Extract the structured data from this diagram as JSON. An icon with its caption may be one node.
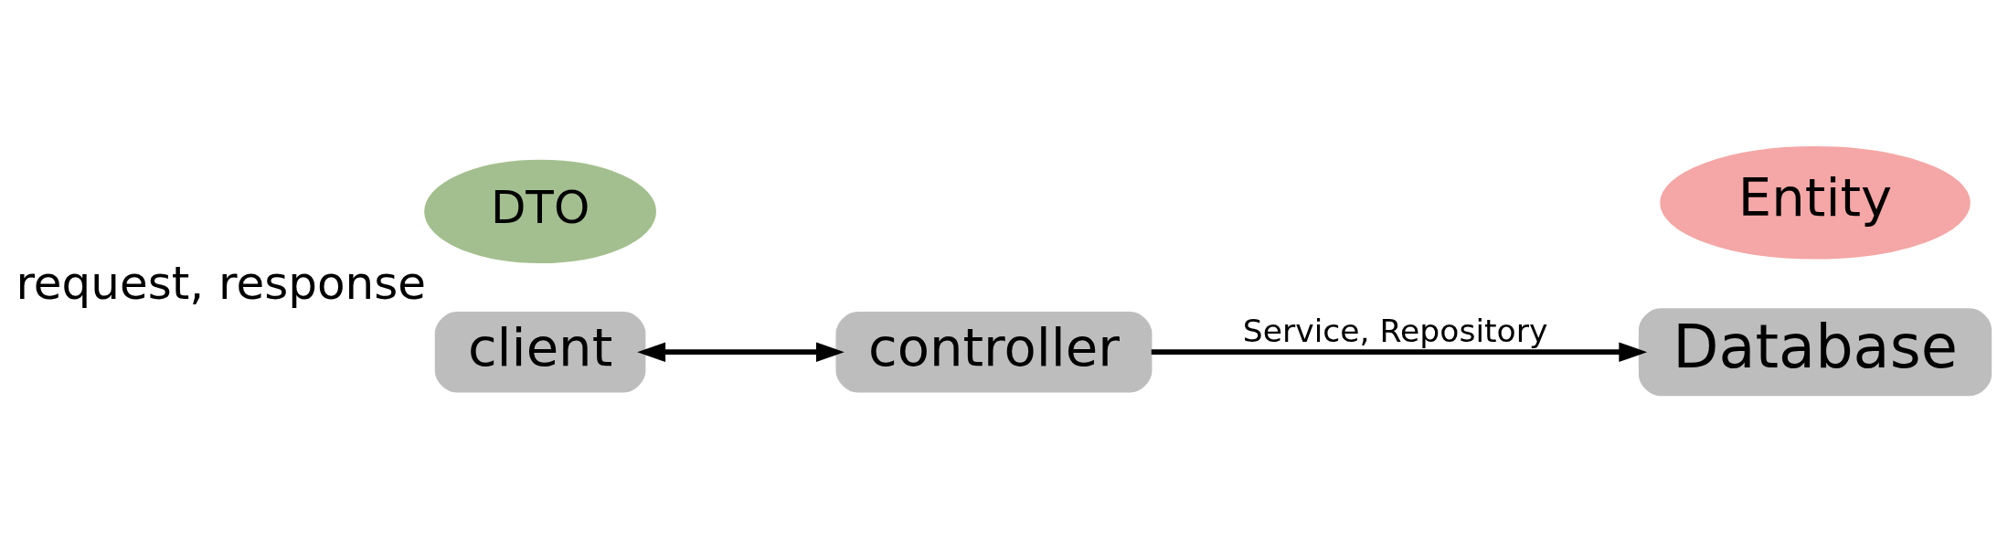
{
  "diagram": {
    "nodes": [
      {
        "text": [
          "client"
        ]
      },
      {
        "text": [
          "DTO"
        ],
        "beside": [
          "request, response"
        ]
      },
      {
        "text": [
          "controller"
        ]
      },
      {
        "text": [
          "Entity"
        ]
      },
      {
        "text": [
          "Database"
        ]
      }
    ],
    "edges": [
      {
        "from": 0,
        "to": 2,
        "arrow": "both"
      },
      {
        "from": 2,
        "to": 4,
        "arrow": "to",
        "label": "Service, Repository"
      }
    ]
  }
}
